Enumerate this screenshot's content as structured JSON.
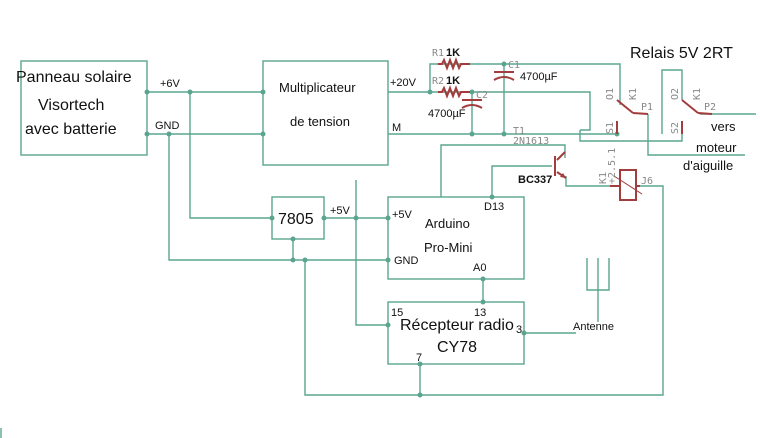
{
  "blocks": {
    "solar_panel": {
      "lines": [
        "Panneau solaire",
        "Visortech",
        "avec batterie"
      ],
      "pins": {
        "plus": "+6V",
        "gnd": "GND"
      }
    },
    "multiplier": {
      "lines": [
        "Multiplicateur",
        "de tension"
      ],
      "pins": {
        "out": "+20V",
        "m": "M"
      }
    },
    "regulator": {
      "label": "7805",
      "pin_out": "+5V"
    },
    "arduino": {
      "lines": [
        "Arduino",
        "Pro-Mini"
      ],
      "pins": {
        "vcc": "+5V",
        "gnd": "GND",
        "d13": "D13",
        "a0": "A0"
      }
    },
    "receiver": {
      "lines": [
        "Récepteur radio",
        "CY78"
      ],
      "pins": {
        "p15": "15",
        "p13": "13",
        "p3": "3",
        "p7": "7"
      }
    },
    "relay": {
      "title": "Relais 5V 2RT",
      "coil_ref": "K1",
      "coil_pins": [
        "+2.5.1",
        "J6"
      ],
      "contacts": [
        {
          "o": "O1",
          "s": "S1",
          "p": "P1",
          "ref": "K1"
        },
        {
          "o": "O2",
          "s": "S2",
          "p": "P2",
          "ref": "K1"
        }
      ]
    }
  },
  "components": {
    "r1": {
      "ref": "R1",
      "value": "1K"
    },
    "r2": {
      "ref": "R2",
      "value": "1K"
    },
    "c1": {
      "ref": "C1",
      "value": "4700µF"
    },
    "c2": {
      "ref": "C2",
      "value": "4700µF"
    },
    "t1": {
      "ref": "T1",
      "part": "2N1613",
      "label": "BC337"
    }
  },
  "labels": {
    "motor": [
      "vers",
      "moteur",
      "d'aiguille"
    ],
    "antenna": "Antenne"
  }
}
